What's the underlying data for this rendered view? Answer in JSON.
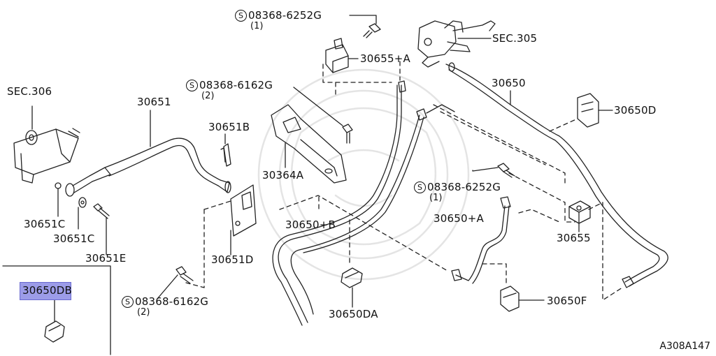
{
  "diagram_code": "A308A147",
  "highlighted_part": "30650DB",
  "labels": {
    "sec306": "SEC.306",
    "sec305": "SEC.305",
    "p30651": "30651",
    "p30651B": "30651B",
    "p30651C_a": "30651C",
    "p30651C_b": "30651C",
    "p30651E": "30651E",
    "p30651D": "30651D",
    "p30364A": "30364A",
    "p30655A": "30655+A",
    "p30650": "30650",
    "p30650D": "30650D",
    "p30650B": "30650+B",
    "p30650A": "30650+A",
    "p30655": "30655",
    "p30650DA": "30650DA",
    "p30650F": "30650F",
    "p30650DB": "30650DB"
  },
  "bolts": [
    {
      "symbol": "S",
      "part": "08368-6252G",
      "qty": "(1)"
    },
    {
      "symbol": "S",
      "part": "08368-6162G",
      "qty": "(2)"
    },
    {
      "symbol": "S",
      "part": "08368-6252G",
      "qty": "(1)"
    },
    {
      "symbol": "S",
      "part": "08368-6162G",
      "qty": "(2)"
    }
  ]
}
